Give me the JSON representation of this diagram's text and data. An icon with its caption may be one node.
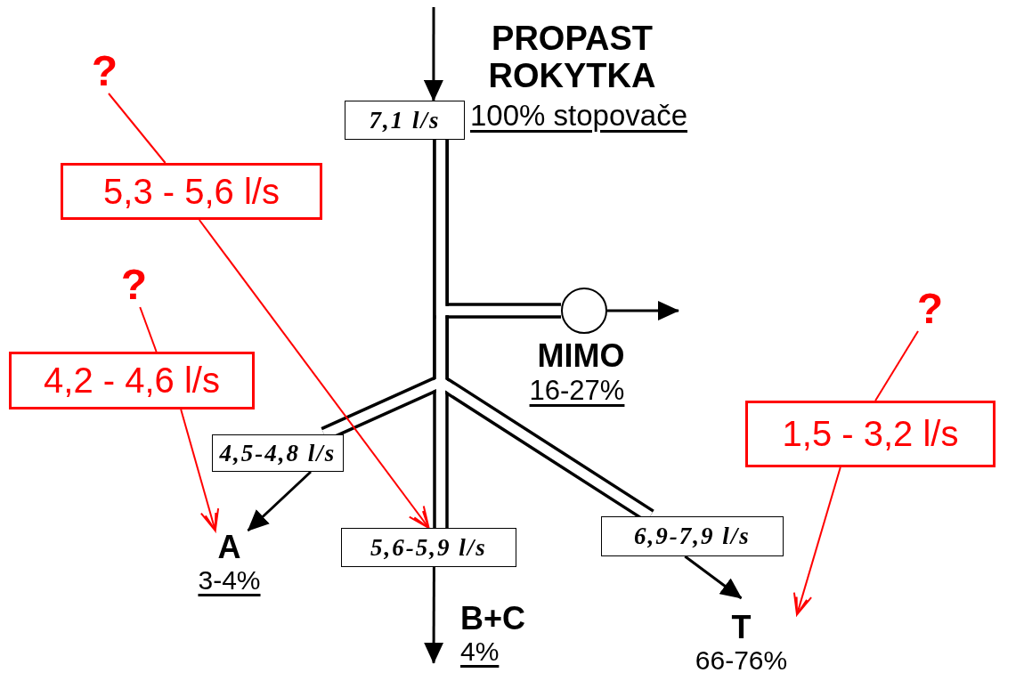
{
  "diagram": {
    "nodes": [
      {
        "text": [
          "7,1 l/s"
        ],
        "beside": [
          "PROPAST ROKYTKA",
          "100% stopovače"
        ]
      },
      {
        "text": [],
        "shape": "circle",
        "beside": [
          "MIMO",
          "16-27%"
        ]
      },
      {
        "text": [
          "4,5-4,8 l/s"
        ]
      },
      {
        "text": [
          "A",
          "3-4%"
        ]
      },
      {
        "text": [
          "5,6-5,9 l/s"
        ]
      },
      {
        "text": [
          "B+C",
          "4%"
        ]
      },
      {
        "text": [
          "6,9-7,9 l/s"
        ]
      },
      {
        "text": [
          "T",
          "66-76%"
        ]
      },
      {
        "text": [
          "?"
        ]
      },
      {
        "text": [
          "5,3 - 5,6 l/s"
        ]
      },
      {
        "text": [
          "?"
        ]
      },
      {
        "text": [
          "4,2 - 4,6 l/s"
        ]
      },
      {
        "text": [
          "?"
        ]
      },
      {
        "text": [
          "1,5 - 3,2 l/s"
        ]
      }
    ],
    "edges": [
      {
        "from": null,
        "to": 0,
        "arrow": "to"
      },
      {
        "from": 0,
        "to": 1,
        "arrow": "none",
        "style": "thick"
      },
      {
        "from": 0,
        "to": 2,
        "arrow": "none",
        "style": "thick"
      },
      {
        "from": 0,
        "to": 4,
        "arrow": "none",
        "style": "thick"
      },
      {
        "from": 0,
        "to": 6,
        "arrow": "none",
        "style": "thick"
      },
      {
        "from": 1,
        "to": null,
        "arrow": "to"
      },
      {
        "from": 2,
        "to": 3,
        "arrow": "to"
      },
      {
        "from": 4,
        "to": 5,
        "arrow": "to"
      },
      {
        "from": 6,
        "to": 7,
        "arrow": "to"
      },
      {
        "from": 8,
        "to": 9,
        "arrow": "none",
        "color": "#ff0000"
      },
      {
        "from": 9,
        "to": 4,
        "arrow": "to",
        "color": "#ff0000"
      },
      {
        "from": 10,
        "to": 11,
        "arrow": "none",
        "color": "#ff0000"
      },
      {
        "from": 11,
        "to": 3,
        "arrow": "to",
        "color": "#ff0000"
      },
      {
        "from": 12,
        "to": 13,
        "arrow": "none",
        "color": "#ff0000"
      },
      {
        "from": 13,
        "to": 7,
        "arrow": "to",
        "color": "#ff0000"
      }
    ]
  }
}
